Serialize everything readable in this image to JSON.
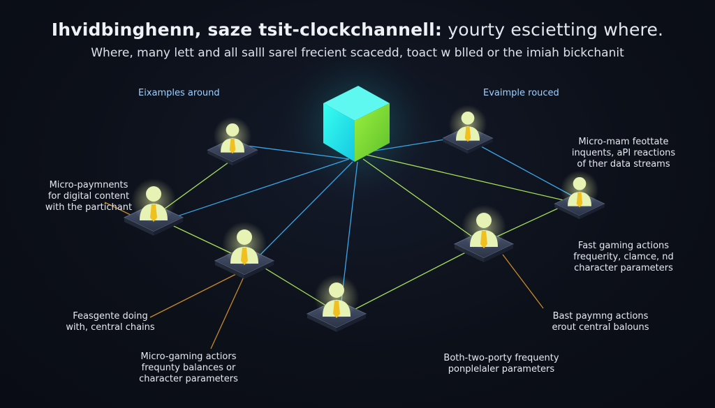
{
  "title_bold": "Ihvidbinghenn, saze tsit-clockchannell:",
  "title_rest": "yourty escietting where.",
  "subtitle": "Where, many lett and all salll sarel frecient scacedd, toact w blled or the imiah bickchanit",
  "headers": {
    "left": "Eixamples around",
    "right": "Evaimple rouced"
  },
  "labels": {
    "micro_payments": [
      "Micro-paymnents",
      "for digital content",
      "with the partichant"
    ],
    "micro_mam": [
      "Micro-mam feottate",
      "inquents, aPI reactions",
      "of ther data streams"
    ],
    "fast_gaming": [
      "Fast gaming actions",
      "frequerity, clamce, nd",
      "character parameters"
    ],
    "feasgente": [
      "Feasgente doing",
      "with, central chains"
    ],
    "micro_gaming": [
      "Micro-gaming actiors",
      "frequnty balances or",
      "character parameters"
    ],
    "both_two": [
      "Both-two-porty frequenty",
      "ponplelaler parameters"
    ],
    "bast_paying": [
      "Bast paymng actions",
      "erout central balouns"
    ]
  },
  "colors": {
    "background": "#0b0f1a",
    "hub_cyan": "#1ff0e8",
    "hub_green": "#7ee83a",
    "line_blue": "#3aa6e8",
    "line_green": "#a6e05a",
    "line_orange": "#c98a2a",
    "node_body": "#e6f3b4",
    "node_tie": "#f0c020",
    "tile": "#3a4458"
  },
  "icons": {
    "hub": "glowing-cube-icon",
    "user": "person-with-tie-icon"
  }
}
